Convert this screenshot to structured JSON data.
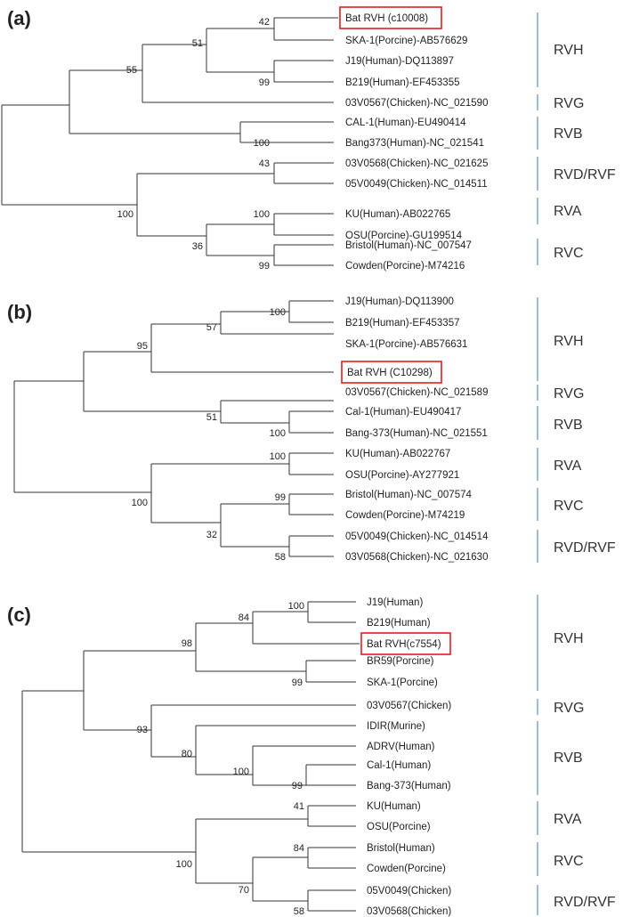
{
  "panels": [
    {
      "label": "(a)",
      "taxa": [
        "Bat RVH (c10008)",
        "SKA-1(Porcine)-AB576629",
        "J19(Human)-DQ113897",
        "B219(Human)-EF453355",
        "03V0567(Chicken)-NC_021590",
        "CAL-1(Human)-EU490414",
        "Bang373(Human)-NC_021541",
        "03V0568(Chicken)-NC_021625",
        "05V0049(Chicken)-NC_014511",
        "KU(Human)-AB022765",
        "OSU(Porcine)-GU199514",
        "Bristol(Human)-NC_007547",
        "Cowden(Porcine)-M74216"
      ],
      "highlighted_taxon_index": 0,
      "support_values": [
        "42",
        "51",
        "99",
        "55",
        "100",
        "43",
        "100",
        "36",
        "99",
        "100"
      ],
      "groups": [
        "RVH",
        "RVG",
        "RVB",
        "RVD/RVF",
        "RVA",
        "RVC"
      ]
    },
    {
      "label": "(b)",
      "taxa": [
        "J19(Human)-DQ113900",
        "B219(Human)-EF453357",
        "SKA-1(Porcine)-AB576631",
        "Bat RVH (C10298)",
        "03V0567(Chicken)-NC_021589",
        "Cal-1(Human)-EU490417",
        "Bang-373(Human)-NC_021551",
        "KU(Human)-AB022767",
        "OSU(Porcine)-AY277921",
        "Bristol(Human)-NC_007574",
        "Cowden(Porcine)-M74219",
        "05V0049(Chicken)-NC_014514",
        "03V0568(Chicken)-NC_021630"
      ],
      "highlighted_taxon_index": 3,
      "support_values": [
        "100",
        "57",
        "95",
        "51",
        "100",
        "100",
        "99",
        "32",
        "58",
        "100"
      ],
      "groups": [
        "RVH",
        "RVG",
        "RVB",
        "RVA",
        "RVC",
        "RVD/RVF"
      ]
    },
    {
      "label": "(c)",
      "taxa": [
        "J19(Human)",
        "B219(Human)",
        "Bat RVH(c7554)",
        "BR59(Porcine)",
        "SKA-1(Porcine)",
        "03V0567(Chicken)",
        "IDIR(Murine)",
        "ADRV(Human)",
        "Cal-1(Human)",
        "Bang-373(Human)",
        "KU(Human)",
        "OSU(Porcine)",
        "Bristol(Human)",
        "Cowden(Porcine)",
        "05V0049(Chicken)",
        "03V0568(Chicken)"
      ],
      "highlighted_taxon_index": 2,
      "support_values": [
        "100",
        "84",
        "98",
        "99",
        "93",
        "80",
        "100",
        "99",
        "41",
        "84",
        "70",
        "58",
        "100"
      ],
      "groups": [
        "RVH",
        "RVG",
        "RVB",
        "RVA",
        "RVC",
        "RVD/RVF"
      ]
    }
  ],
  "colors": {
    "branch": "#333333",
    "highlight_box": "#e02020",
    "group_bracket": "#5b8ec2",
    "text": "#222222"
  }
}
